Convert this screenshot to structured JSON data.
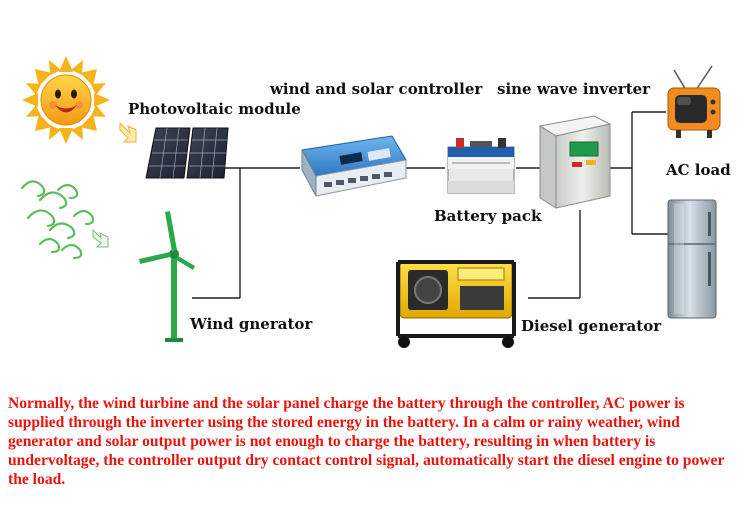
{
  "labels": {
    "photovoltaic": "Photovoltaic module",
    "controller": "wind and solar controller",
    "inverter": "sine wave inverter",
    "battery": "Battery pack",
    "ac_load": "AC load",
    "wind": "Wind gnerator",
    "diesel": "Diesel generator"
  },
  "caption": "Normally, the wind turbine and the solar panel charge the battery through the controller, AC power is supplied through the inverter using the stored energy in the battery. In a calm or rainy weather, wind generator and solar output power is not enough to charge the battery, resulting in when battery is undervoltage, the controller output dry contact control signal,  automatically start the diesel engine to power the load.",
  "colors": {
    "caption_text": "#e8140e",
    "wire": "#222222",
    "sun": "#f6b31c",
    "controller_blue": "#3f8fd8",
    "generator_yellow": "#f2c515",
    "wind_turbine": "#2aa84a"
  },
  "icons": [
    "sun-icon",
    "wind-gust-icon",
    "solar-panel-icon",
    "wind-turbine-icon",
    "controller-icon",
    "battery-icon",
    "inverter-icon",
    "diesel-generator-icon",
    "television-icon",
    "refrigerator-icon"
  ]
}
